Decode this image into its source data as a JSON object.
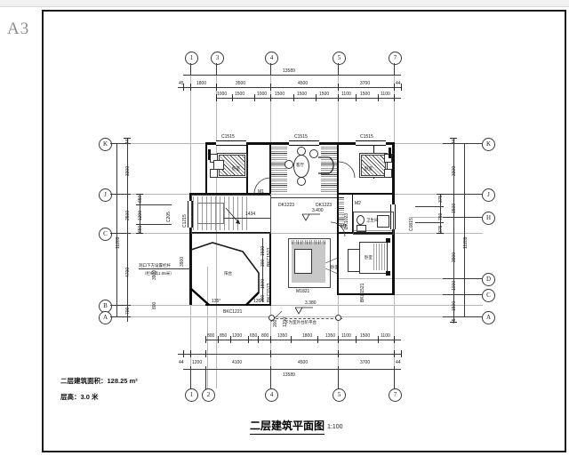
{
  "sheet": {
    "code": "A3",
    "title": "二层建筑平面图",
    "scale": "1:100",
    "area_label": "二层建筑面积：128.25 m²",
    "height_label": "层高：3.0 米"
  },
  "colors": {
    "ink": "#111111",
    "grid": "#b6b6b6",
    "frame": "#1a1a1a",
    "sheet_code": "#8d8d8d"
  },
  "axes": {
    "top": [
      "1",
      "3",
      "4",
      "5",
      "7"
    ],
    "bottom": [
      "1",
      "2",
      "4",
      "5",
      "7"
    ],
    "left": [
      "K",
      "J",
      "C",
      "B",
      "A"
    ],
    "right": [
      "K",
      "J",
      "H",
      "D",
      "C",
      "A"
    ]
  },
  "dims": {
    "overall_top": "13589",
    "overall_bottom": "13589",
    "overall_left": "11289",
    "overall_right": "11289",
    "top_main": [
      "45",
      "1800",
      "3500",
      "4500",
      "3700",
      "44"
    ],
    "top_sub": [
      "1000",
      "1500",
      "1000",
      "1500",
      "1500",
      "1500",
      "1100",
      "1500",
      "1100"
    ],
    "bottom_main": [
      "44",
      "1200",
      "4100",
      "4500",
      "3700",
      "44"
    ],
    "bottom_sub": [
      "800",
      "850",
      "1200",
      "650",
      "800",
      "1350",
      "1800",
      "1350",
      "1100",
      "1500",
      "1100"
    ],
    "left_main": [
      "44",
      "3300",
      "2500",
      "4700",
      "44"
    ],
    "left_sub": [
      "650",
      "1200",
      "650"
    ],
    "left_bottom": [
      "700"
    ],
    "right_main": [
      "44",
      "3300",
      "1500",
      "3900",
      "1000",
      "1500",
      "45"
    ],
    "right_sub": [
      "375",
      "750",
      "375"
    ],
    "inner": {
      "stair_width": "1434",
      "d3900": "3900",
      "d800": "800",
      "d1500_a": "1500",
      "d1500_b": "1500",
      "d300_a": "300",
      "d300_b": "300",
      "d1200": "1200",
      "d200": "200"
    }
  },
  "openings": {
    "c1515_left": "C1515",
    "c1515_mid": "C1515",
    "c1515_right": "C1515",
    "c1215": "C1215",
    "c205": "C205",
    "c0815": "C0815",
    "dk1223_a": "DK1223",
    "dk1223_b": "DK1223",
    "dk1023": "DK1023",
    "m1821": "M1821",
    "bkc1221": "BKC1221",
    "bkc1521": "BKC1521",
    "bkc1523_a": "BKC1523",
    "bkc1523_b": "BKC1523",
    "m1_a": "M1",
    "m1_b": "M1",
    "m2": "M2"
  },
  "annotations": {
    "railing_line1": "洞口下方设置栏杆",
    "railing_line2": "（栏杆高1.05米）",
    "elev_main": "3.400",
    "elev_balcony": "3.380",
    "angle_a": "135°",
    "angle_b": "135°",
    "balcony_note": "下为室外台阶平台"
  },
  "rooms": {
    "bedroom_nw": "卧室",
    "living": "客厅",
    "bedroom_ne": "卧室",
    "bedroom_sw": "卧室",
    "bath": "卫生间",
    "bedroom_se": "卧室",
    "balcony": "阳台",
    "stair": "楼梯"
  }
}
